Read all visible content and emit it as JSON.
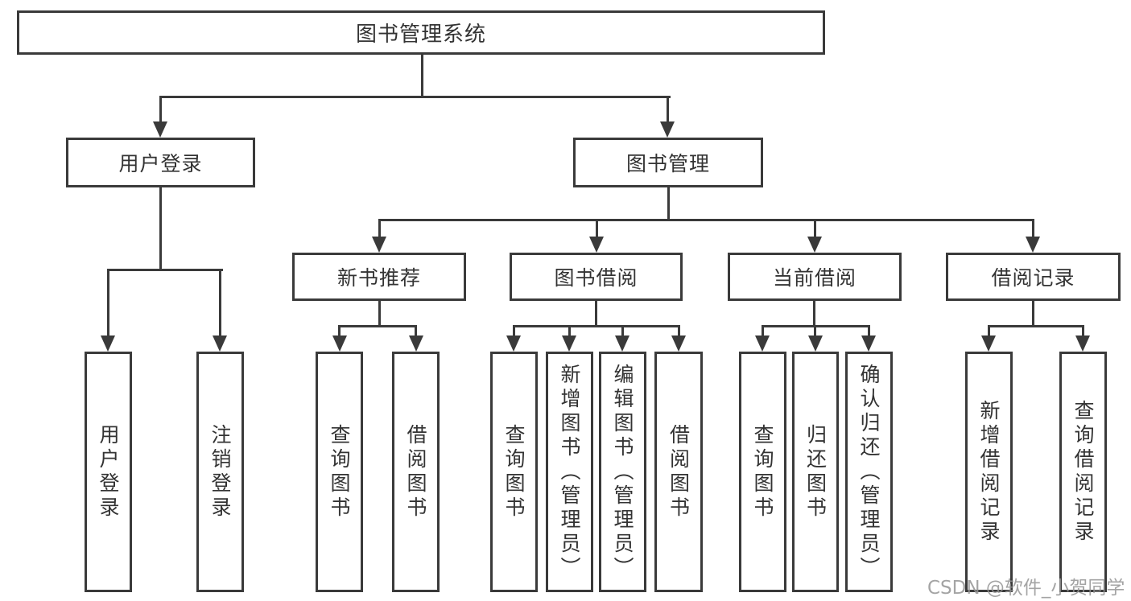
{
  "diagram": {
    "root": "图书管理系统",
    "branches": [
      {
        "label": "用户登录",
        "children": [
          "用户登录",
          "注销登录"
        ]
      },
      {
        "label": "图书管理",
        "groups": [
          {
            "label": "新书推荐",
            "children": [
              "查询图书",
              "借阅图书"
            ]
          },
          {
            "label": "图书借阅",
            "children": [
              "查询图书",
              "新增图书（管理员）",
              "编辑图书（管理员）",
              "借阅图书"
            ]
          },
          {
            "label": "当前借阅",
            "children": [
              "查询图书",
              "归还图书",
              "确认归还（管理员）"
            ]
          },
          {
            "label": "借阅记录",
            "children": [
              "新增借阅记录",
              "查询借阅记录"
            ]
          }
        ]
      }
    ],
    "colors": {
      "line": "#3a3a3a",
      "text": "#333333",
      "background": "#ffffff",
      "watermark": "#949494"
    }
  },
  "watermark": "CSDN @软件_小贺同学"
}
